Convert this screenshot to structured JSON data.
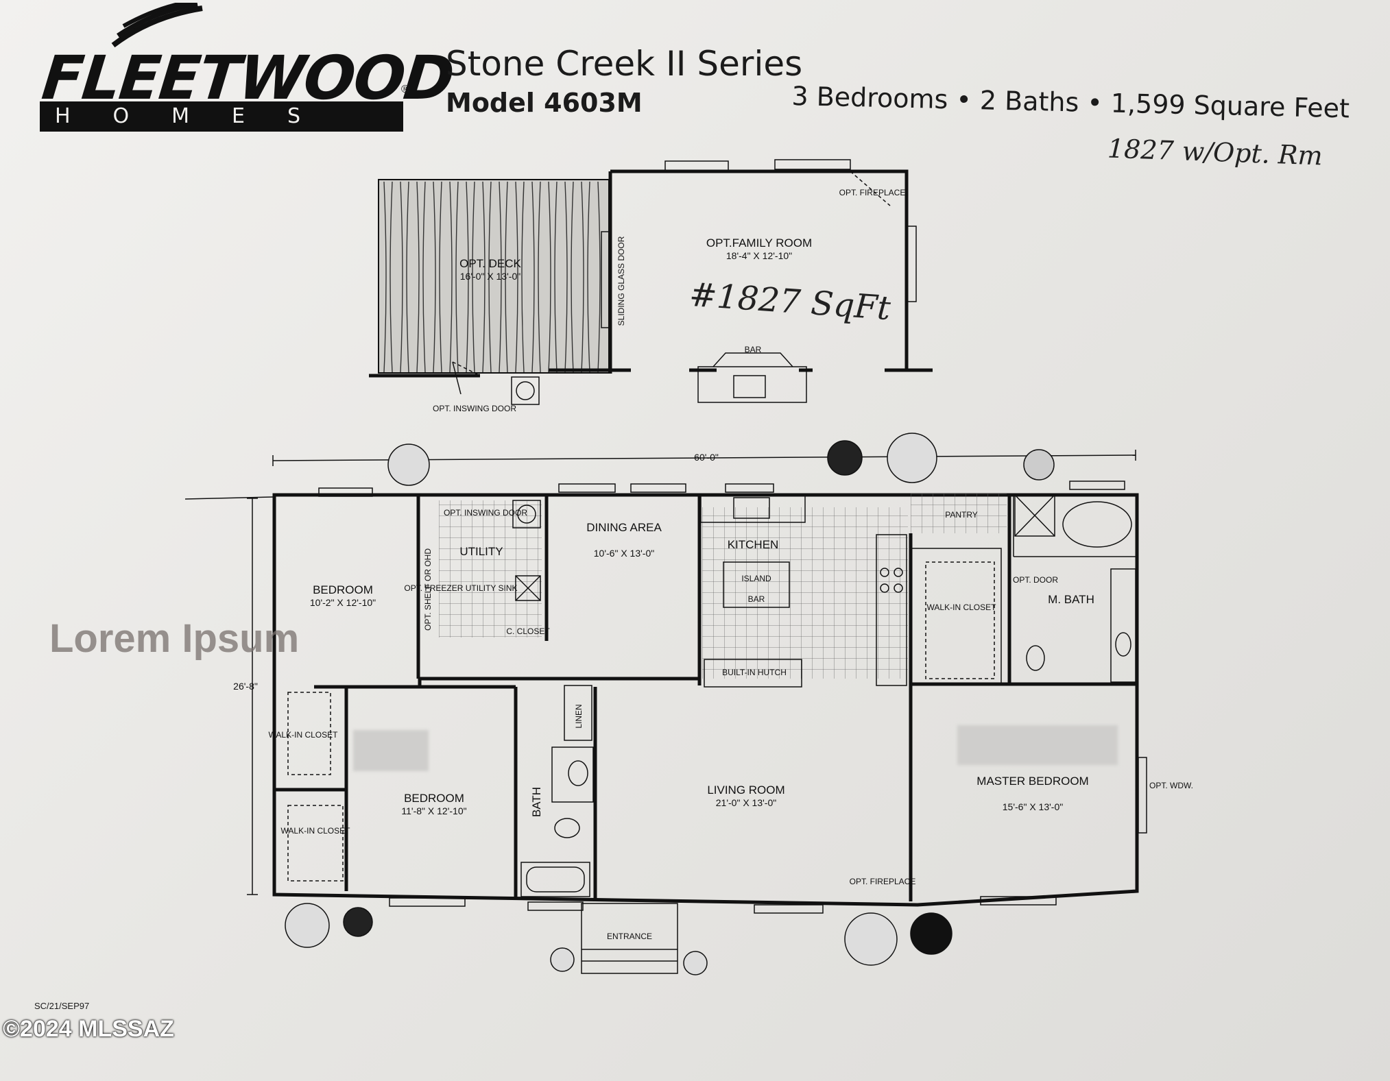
{
  "header": {
    "brand": "FLEETWOOD",
    "brand_sub": "HOMES",
    "reg_mark": "®",
    "series": "Stone Creek II Series",
    "model": "Model 4603M",
    "specs": "3 Bedrooms • 2 Baths • 1,599 Square Feet",
    "handwritten_note": "1827 w/Opt. Rm"
  },
  "plan": {
    "optional_wing": {
      "deck_label": "OPT. DECK",
      "deck_dim": "16'-0\" X 13'-0\"",
      "family_label": "OPT.FAMILY ROOM",
      "family_dim": "18'-4\" X 12'-10\"",
      "fireplace": "OPT. FIREPLACE",
      "sliding_door": "SLIDING GLASS DOOR",
      "bar": "BAR",
      "inswing_door": "OPT. INSWING DOOR",
      "handwritten_area": "#1827 SqFt"
    },
    "overall_width": "60'-0\"",
    "overall_depth": "26'-8\"",
    "rooms": {
      "bedroom1": {
        "label": "BEDROOM",
        "dim": "10'-2\" X 12'-10\""
      },
      "utility": {
        "label": "UTILITY"
      },
      "utility_shelf": "OPT. SHELF OR OHD",
      "utility_door": "OPT. INSWING DOOR",
      "utility_freezer": "OPT. FREEZER UTILITY SINK",
      "utility_closet": "C. CLOSET",
      "dining": {
        "label": "DINING AREA",
        "dim": "10'-6\" X 13'-0\""
      },
      "kitchen": {
        "label": "KITCHEN"
      },
      "island": "ISLAND",
      "island_bar": "BAR",
      "hutch": "BUILT-IN HUTCH",
      "pantry": "PANTRY",
      "walkin_master": "WALK-IN CLOSET",
      "master_bath": "M. BATH",
      "master_bath_door": "OPT. DOOR",
      "walkin1": "WALK-IN CLOSET",
      "walkin2": "WALK-IN CLOSET",
      "bedroom2": {
        "label": "BEDROOM",
        "dim": "11'-8\" X 12'-10\""
      },
      "linen": "LINEN",
      "bath": "BATH",
      "living": {
        "label": "LIVING ROOM",
        "dim": "21'-0\" X 13'-0\""
      },
      "master_bedroom": {
        "label": "MASTER BEDROOM",
        "dim": "15'-6\" X 13'-0\""
      },
      "opt_window": "OPT. WDW.",
      "opt_fireplace": "OPT. FIREPLACE",
      "entrance": "ENTRANCE"
    }
  },
  "footer": {
    "stamp": "SC/21/SEP97",
    "copyright": "©2024 MLSSAZ",
    "watermark": "Lorem Ipsum"
  }
}
